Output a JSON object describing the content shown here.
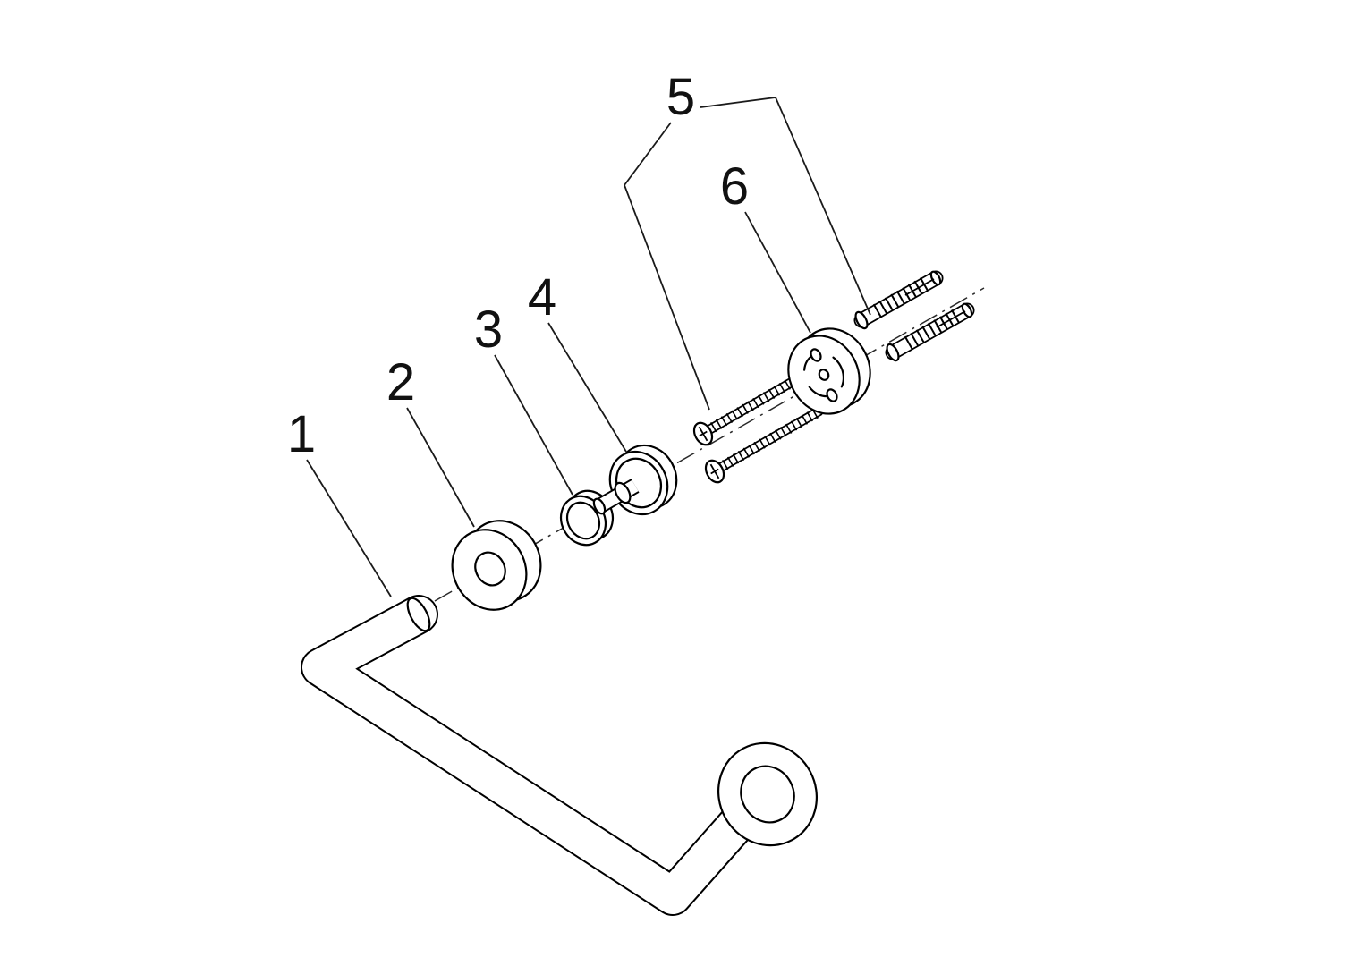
{
  "diagram": {
    "type": "exploded-parts-diagram",
    "background_color": "#ffffff",
    "line_color": "#000000",
    "part_labels": [
      "1",
      "2",
      "3",
      "4",
      "5",
      "6"
    ]
  }
}
